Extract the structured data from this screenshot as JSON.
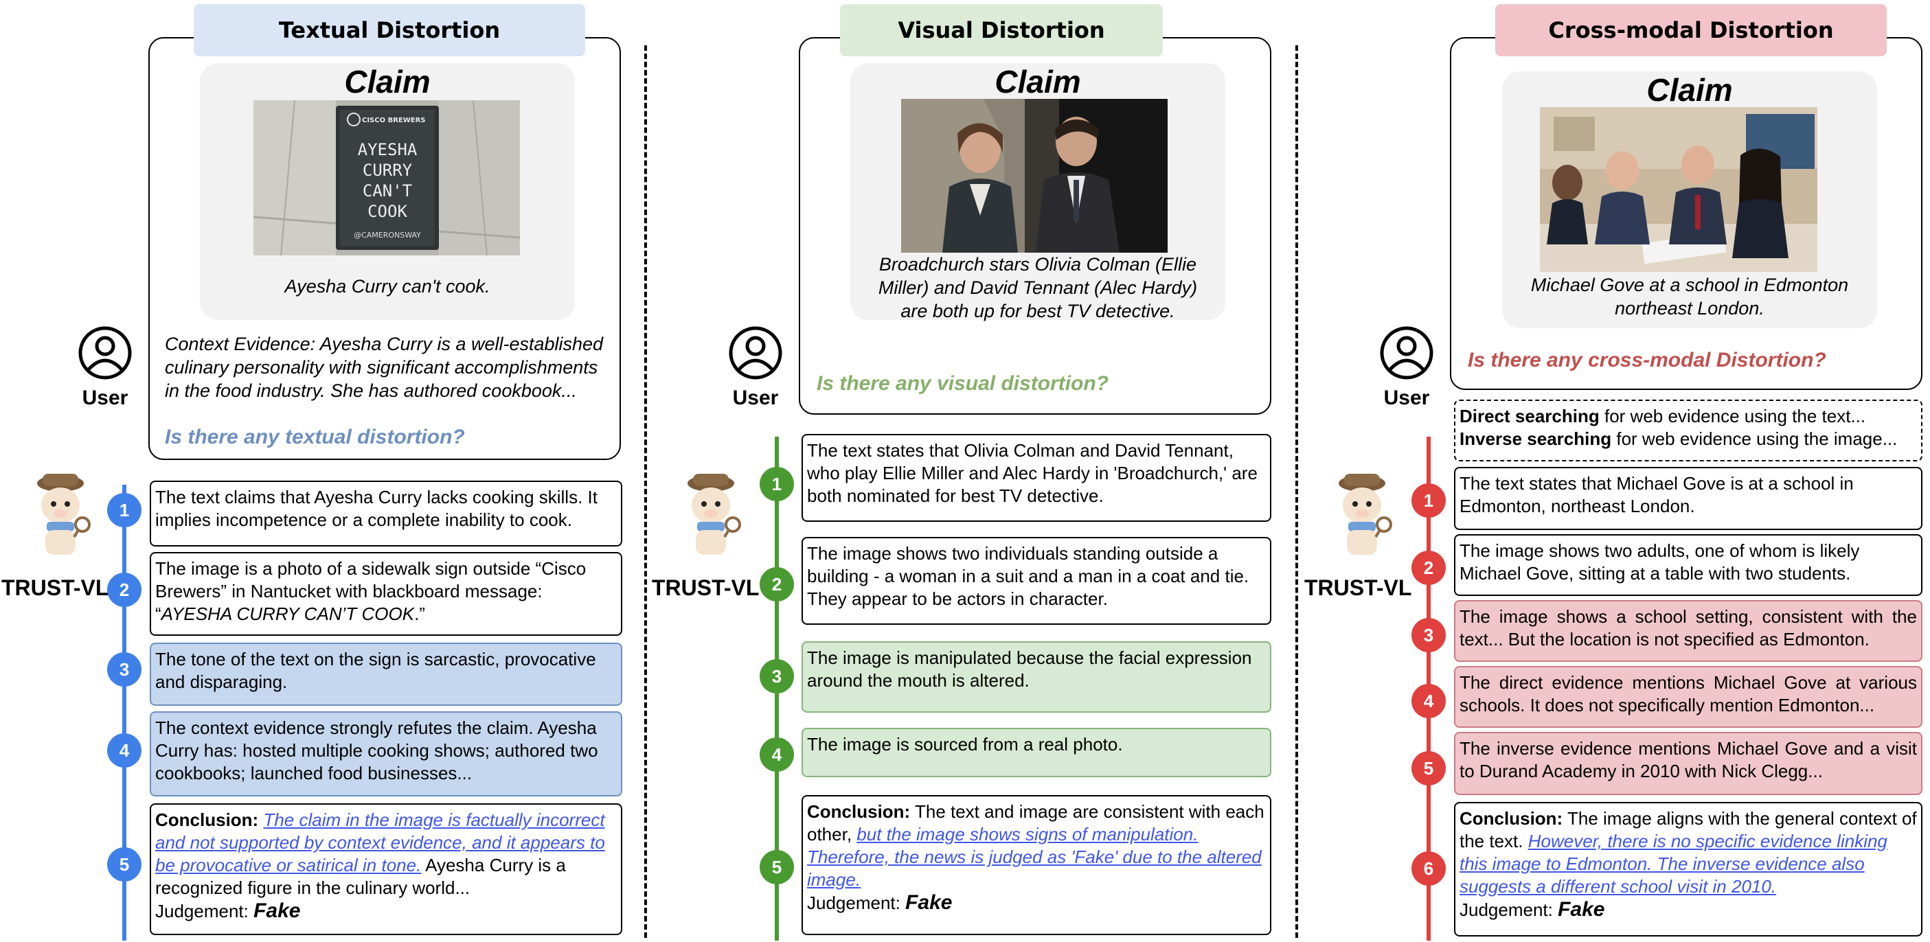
{
  "colors": {
    "blue_accent": "#3f80e8",
    "green_accent": "#4a9a32",
    "red_accent": "#e0403e",
    "blue_banner": "#dae5f6",
    "green_banner": "#dbebd6",
    "red_banner": "#f2c4ca",
    "blue_question": "#6d8fc0",
    "green_question": "#86b06a",
    "red_question": "#c0504d",
    "link": "#3f56e6"
  },
  "user_label": "User",
  "agent_label": "TRUST-VL",
  "panels": [
    {
      "title": "Textual Distortion",
      "claim_title": "Claim",
      "sign_text": "AYESHA CURRY CAN'T COOK",
      "sign_brand": "CISCO BREWERS",
      "sign_handle": "@CAMERONSWAY",
      "caption": "Ayesha Curry can't cook.",
      "evidence": "Context Evidence: Ayesha Curry is a well-established culinary personality with significant accomplishments in the food industry. She has authored cookbook...",
      "question": "Is there any textual distortion?",
      "steps": [
        {
          "num": "1",
          "text": "The text claims that Ayesha Curry lacks cooking skills. It implies incompetence or a complete inability to cook."
        },
        {
          "num": "2",
          "text_a": "The image is a photo of a sidewalk sign outside “Cisco Brewers” in Nantucket with blackboard message: “",
          "text_b": "AYESHA CURRY CAN’T COOK",
          "text_c": ".”"
        },
        {
          "num": "3",
          "text": "The tone of the text on the sign is sarcastic, provocative and disparaging."
        },
        {
          "num": "4",
          "text": "The context evidence strongly refutes the claim. Ayesha Curry has: hosted multiple cooking shows; authored two cookbooks; launched food businesses..."
        },
        {
          "num": "5",
          "conclusion_label": "Conclusion:",
          "link_text": "The claim in the image is factually incorrect and not supported by context evidence, and it appears to be provocative or satirical in tone.",
          "tail": " Ayesha Curry is a recognized figure in the culinary world...",
          "judgement_label": "Judgement:",
          "judgement": "Fake"
        }
      ]
    },
    {
      "title": "Visual Distortion",
      "claim_title": "Claim",
      "caption": "Broadchurch stars Olivia Colman (Ellie Miller) and David Tennant (Alec Hardy) are both up for best TV detective.",
      "question": "Is there any visual distortion?",
      "steps": [
        {
          "num": "1",
          "text": "The text states that Olivia Colman and David Tennant, who play Ellie Miller and Alec Hardy in 'Broadchurch,' are both nominated for best TV detective."
        },
        {
          "num": "2",
          "text": "The image shows two individuals standing outside a building - a woman in a suit and a man in a coat and tie. They appear to be actors in character."
        },
        {
          "num": "3",
          "text": "The image is manipulated because the facial expression around the mouth is altered."
        },
        {
          "num": "4",
          "text": "The image is sourced from a real photo."
        },
        {
          "num": "5",
          "conclusion_label": "Conclusion:",
          "lead": " The text and image are consistent with each other, ",
          "link_text": "but the image shows signs of manipulation. Therefore, the news is judged as 'Fake' due to the altered image.",
          "judgement_label": "Judgement:",
          "judgement": "Fake"
        }
      ]
    },
    {
      "title": "Cross-modal Distortion",
      "claim_title": "Claim",
      "caption": "Michael Gove at a school in Edmonton northeast London.",
      "question": "Is there any cross-modal Distortion?",
      "search": {
        "direct_bold": "Direct searching",
        "direct_rest": " for web evidence using the text...",
        "inverse_bold": "Inverse searching",
        "inverse_rest": " for web evidence using the image..."
      },
      "steps": [
        {
          "num": "1",
          "text": "The text states that Michael Gove is at a school in Edmonton, northeast London."
        },
        {
          "num": "2",
          "text": "The image shows two adults, one of whom is likely Michael Gove, sitting at a table with two students."
        },
        {
          "num": "3",
          "text": "The image shows a school setting, consistent with the text... But the location is not specified as Edmonton."
        },
        {
          "num": "4",
          "text": "The direct evidence mentions Michael Gove at various schools. It does not specifically mention Edmonton..."
        },
        {
          "num": "5",
          "text": "The inverse evidence mentions Michael Gove and a visit to Durand Academy in 2010 with Nick Clegg..."
        },
        {
          "num": "6",
          "conclusion_label": "Conclusion:",
          "lead": " The image aligns with the general context of the text. ",
          "link_text": "However, there is no specific evidence linking this image to Edmonton. The inverse evidence also suggests a different school visit in 2010.",
          "judgement_label": "Judgement:",
          "judgement": "Fake"
        }
      ]
    }
  ]
}
